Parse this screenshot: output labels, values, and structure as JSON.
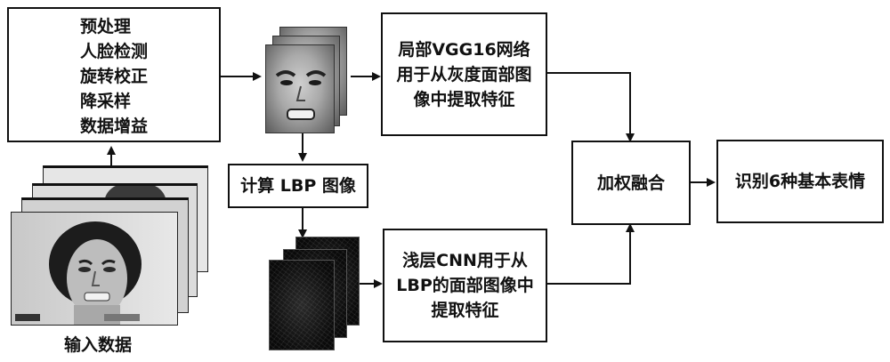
{
  "preprocess": {
    "lines": [
      "预处理",
      "人脸检测",
      "旋转校正",
      "降采样",
      "数据增益"
    ]
  },
  "input_caption": "输入数据",
  "lbp_compute": "计算 LBP 图像",
  "vgg_lines": [
    "局部VGG16网络",
    "用于从灰度面部图",
    "像中提取特征"
  ],
  "cnn_lines": [
    "浅层CNN用于从",
    "LBP的面部图像中",
    "提取特征"
  ],
  "fusion": "加权融合",
  "result": "识别6种基本表情"
}
